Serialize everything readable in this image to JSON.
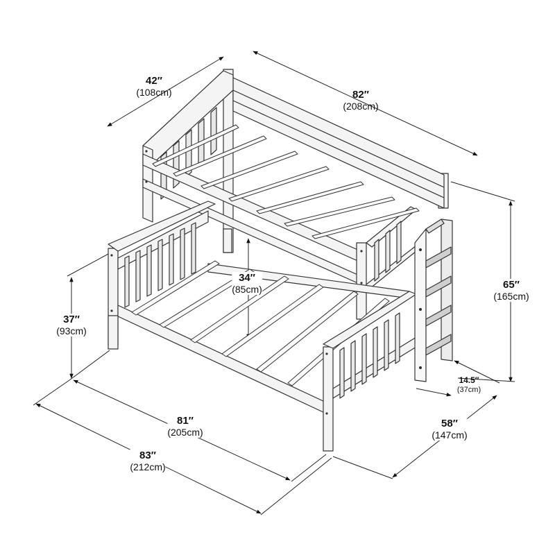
{
  "diagram": {
    "subject": "Twin over full bunk bed with ladder",
    "dimensions": {
      "top_bunk_width": {
        "inches": "42″",
        "cm": "(108cm)"
      },
      "top_bunk_length": {
        "inches": "82″",
        "cm": "(208cm)"
      },
      "total_height": {
        "inches": "65″",
        "cm": "(165cm)"
      },
      "bottom_height": {
        "inches": "37″",
        "cm": "(93cm)"
      },
      "clearance": {
        "inches": "34″",
        "cm": "(85cm)"
      },
      "ladder_depth": {
        "inches": "14.5″",
        "cm": "(37cm)"
      },
      "bottom_length": {
        "inches": "81″",
        "cm": "(205cm)"
      },
      "overall_length": {
        "inches": "83″",
        "cm": "(212cm)"
      },
      "bottom_width": {
        "inches": "58″",
        "cm": "(147cm)"
      }
    },
    "colors": {
      "line": "#333333",
      "wood_fill": "#f4f4f4",
      "shade": "#bdbdbd",
      "dimension_line": "#222222"
    }
  }
}
